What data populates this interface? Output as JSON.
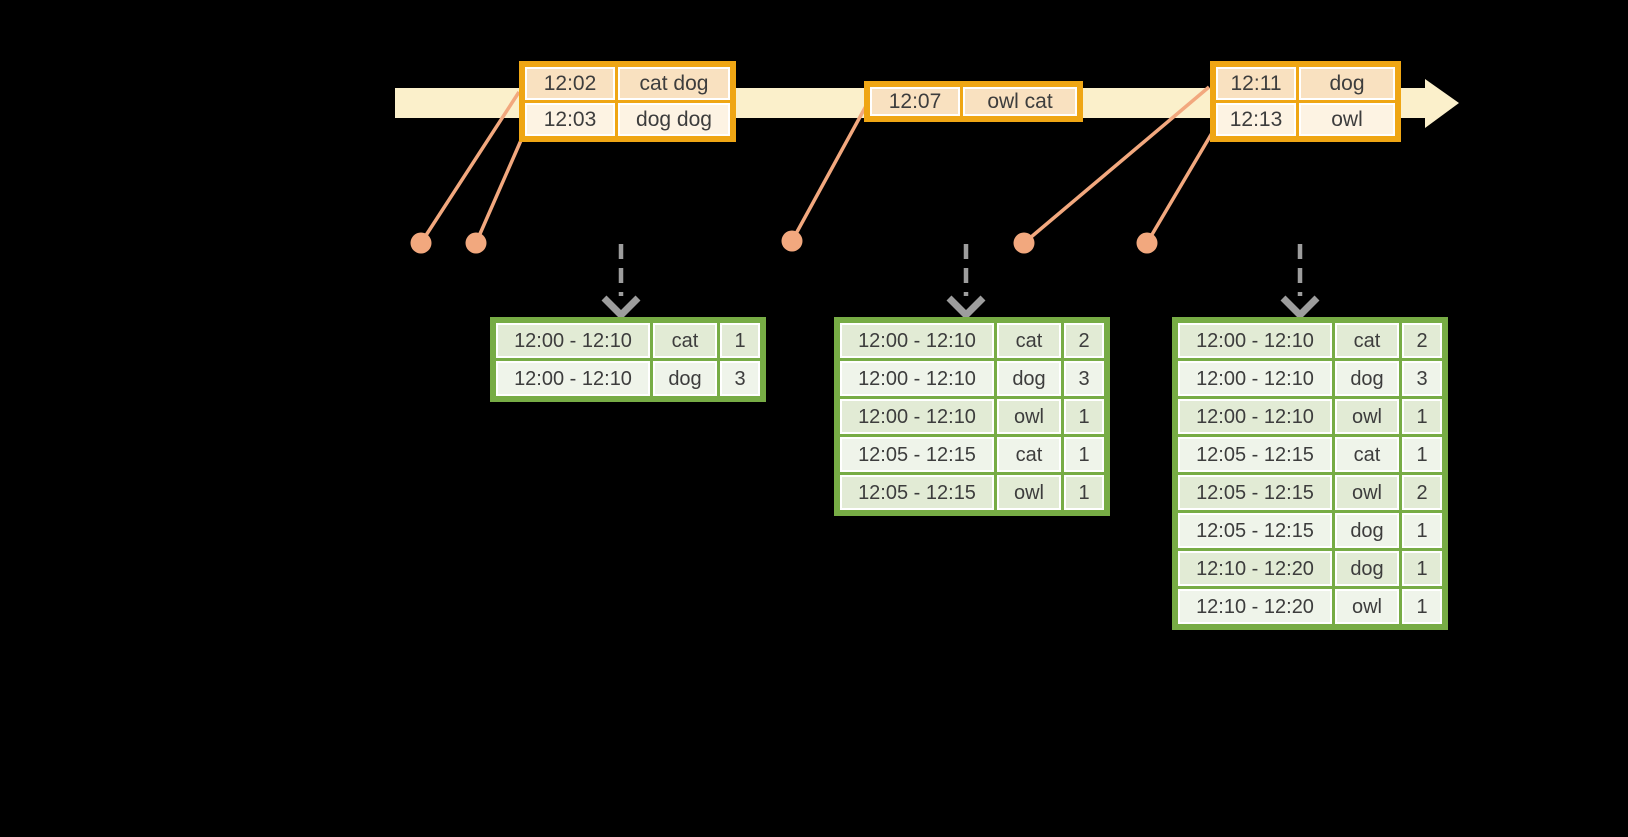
{
  "colors": {
    "background": "#000000",
    "timeline_band": "#FBF0CB",
    "event_table_border": "#EFA614",
    "event_row_dark": "#F9E1C0",
    "event_row_light": "#FDF3E3",
    "event_marker": "#F2A87E",
    "trigger_arrow": "#9D9D9D",
    "result_table_border": "#77AC45",
    "result_row_dark": "#E2EBD5",
    "result_row_light": "#EFF4EA",
    "text": "#3D3D3D"
  },
  "timeline": {
    "event_tables": [
      {
        "rows": [
          {
            "time": "12:02",
            "words": "cat dog"
          },
          {
            "time": "12:03",
            "words": "dog dog"
          }
        ]
      },
      {
        "rows": [
          {
            "time": "12:07",
            "words": "owl cat"
          }
        ]
      },
      {
        "rows": [
          {
            "time": "12:11",
            "words": "dog"
          },
          {
            "time": "12:13",
            "words": "owl"
          }
        ]
      }
    ],
    "event_marker_count": 5,
    "trigger_arrow_count": 3
  },
  "result_tables": [
    {
      "rows": [
        {
          "window": "12:00 - 12:10",
          "word": "cat",
          "count": "1"
        },
        {
          "window": "12:00 - 12:10",
          "word": "dog",
          "count": "3"
        }
      ]
    },
    {
      "rows": [
        {
          "window": "12:00 - 12:10",
          "word": "cat",
          "count": "2"
        },
        {
          "window": "12:00 - 12:10",
          "word": "dog",
          "count": "3"
        },
        {
          "window": "12:00 - 12:10",
          "word": "owl",
          "count": "1"
        },
        {
          "window": "12:05 - 12:15",
          "word": "cat",
          "count": "1"
        },
        {
          "window": "12:05 - 12:15",
          "word": "owl",
          "count": "1"
        }
      ]
    },
    {
      "rows": [
        {
          "window": "12:00 - 12:10",
          "word": "cat",
          "count": "2"
        },
        {
          "window": "12:00 - 12:10",
          "word": "dog",
          "count": "3"
        },
        {
          "window": "12:00 - 12:10",
          "word": "owl",
          "count": "1"
        },
        {
          "window": "12:05 - 12:15",
          "word": "cat",
          "count": "1"
        },
        {
          "window": "12:05 - 12:15",
          "word": "owl",
          "count": "2"
        },
        {
          "window": "12:05 - 12:15",
          "word": "dog",
          "count": "1"
        },
        {
          "window": "12:10 - 12:20",
          "word": "dog",
          "count": "1"
        },
        {
          "window": "12:10 - 12:20",
          "word": "owl",
          "count": "1"
        }
      ]
    }
  ]
}
